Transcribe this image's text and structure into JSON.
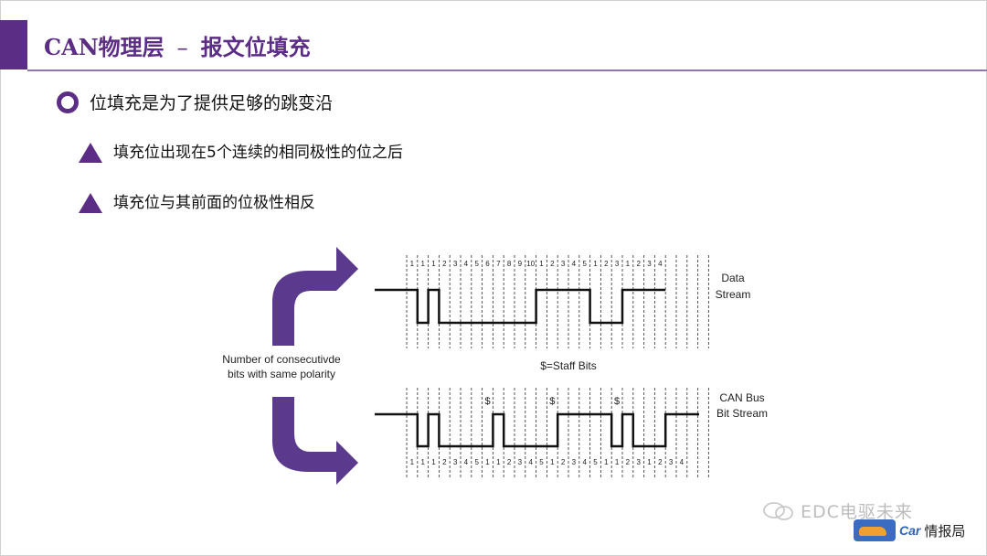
{
  "slide": {
    "title_main": "CAN物理层",
    "title_sep": "–",
    "title_sub": "报文位填充",
    "accent_color": "#5b2d84"
  },
  "bullets": {
    "level1": "位填充是为了提供足够的跳变沿",
    "level2": [
      "填充位出现在5个连续的相同极性的位之后",
      "填充位与其前面的位极性相反"
    ]
  },
  "diagram": {
    "left_caption_line1": "Number of consecutivde",
    "left_caption_line2": "bits with same polarity",
    "data_stream_label_line1": "Data",
    "data_stream_label_line2": "Stream",
    "middle_label": "$=Staff Bits",
    "bus_label_line1": "CAN Bus",
    "bus_label_line2": "Bit Stream",
    "top_counts": [
      "1",
      "1",
      "1",
      "2",
      "3",
      "4",
      "5",
      "6",
      "7",
      "8",
      "9",
      "10",
      "1",
      "2",
      "3",
      "4",
      "5",
      "1",
      "2",
      "3",
      "1",
      "2",
      "3",
      "4"
    ],
    "top_levels": [
      1,
      0,
      1,
      0,
      0,
      0,
      0,
      0,
      0,
      0,
      0,
      0,
      1,
      1,
      1,
      1,
      1,
      0,
      0,
      0,
      1,
      1,
      1,
      1
    ],
    "bottom_counts": [
      "1",
      "1",
      "1",
      "2",
      "3",
      "4",
      "5",
      "1",
      "1",
      "2",
      "3",
      "4",
      "5",
      "1",
      "2",
      "3",
      "4",
      "5",
      "1",
      "1",
      "2",
      "3",
      "1",
      "2",
      "3",
      "4"
    ],
    "bottom_levels": [
      1,
      0,
      1,
      0,
      0,
      0,
      0,
      0,
      1,
      0,
      0,
      0,
      0,
      0,
      1,
      1,
      1,
      1,
      1,
      0,
      1,
      0,
      0,
      0,
      1,
      1
    ],
    "stuff_marker": "$",
    "stuff_positions": [
      7,
      13,
      19
    ]
  },
  "watermark": {
    "text": "EDC电驱未来",
    "logo_car": "Car",
    "logo_cn": "情报局"
  }
}
